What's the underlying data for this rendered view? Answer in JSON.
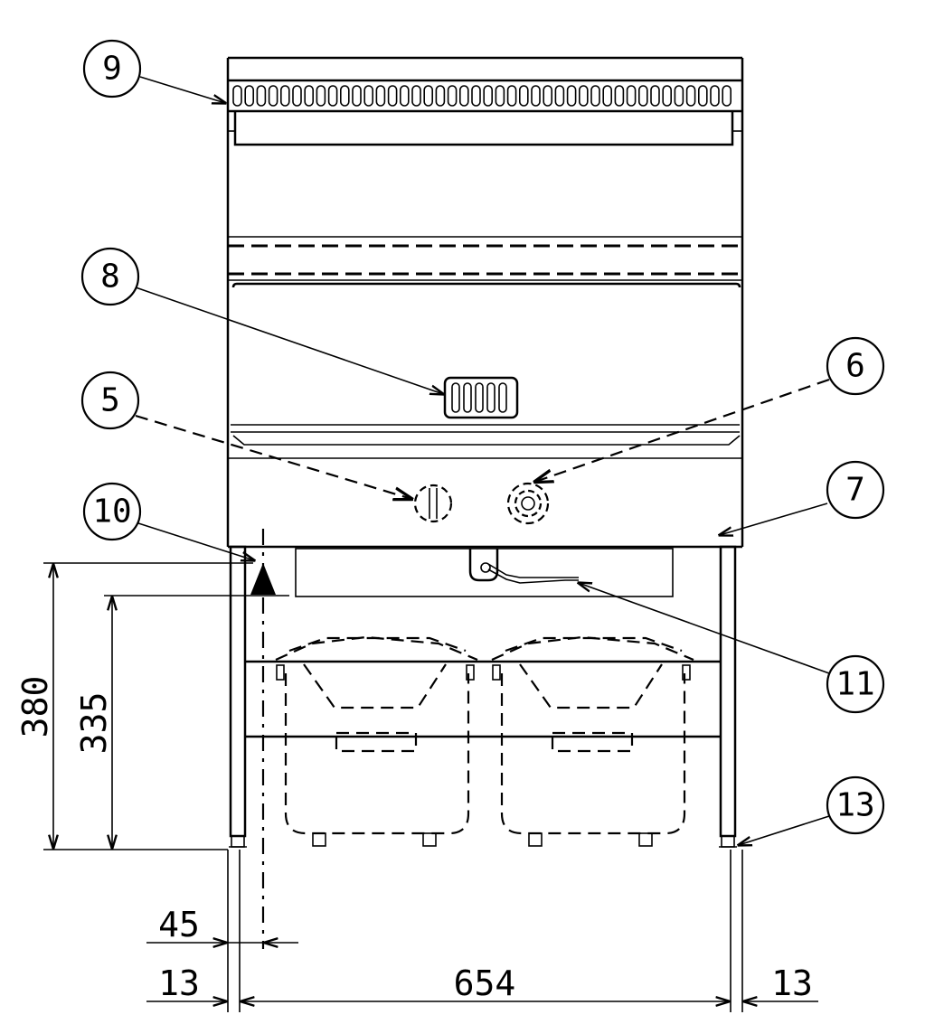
{
  "callouts": {
    "c9": "9",
    "c8": "8",
    "c5": "5",
    "c6": "6",
    "c7": "7",
    "c10": "10",
    "c11": "11",
    "c13": "13"
  },
  "dimensions": {
    "height_total": "380",
    "height_inner": "335",
    "offset_left": "45",
    "leg_left": "13",
    "width_inner": "654",
    "leg_right": "13"
  }
}
